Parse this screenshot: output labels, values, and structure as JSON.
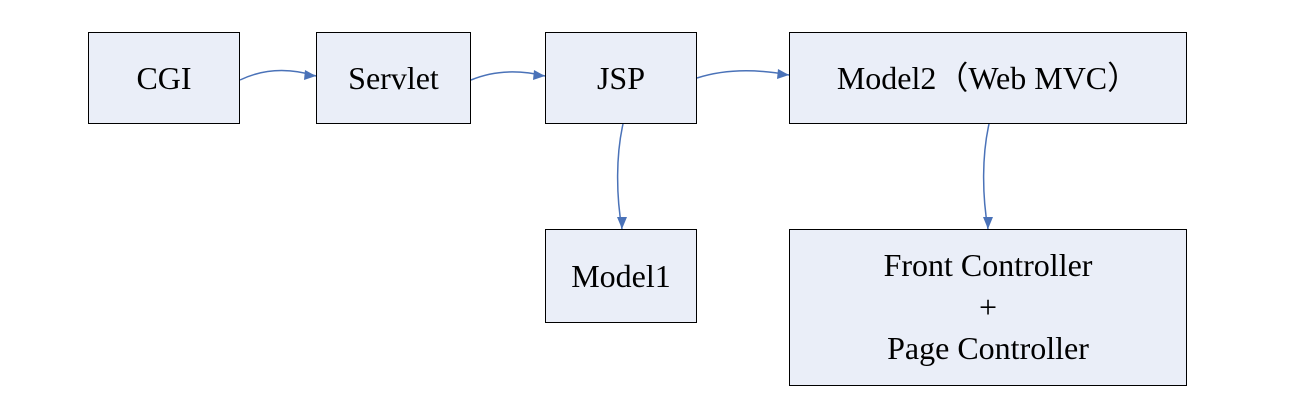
{
  "colors": {
    "node_fill": "#eaeef8",
    "node_border": "#000000",
    "edge": "#4a72b8"
  },
  "nodes": {
    "cgi": {
      "label": "CGI"
    },
    "servlet": {
      "label": "Servlet"
    },
    "jsp": {
      "label": "JSP"
    },
    "model2": {
      "label": "Model2（Web MVC）"
    },
    "model1": {
      "label": "Model1"
    },
    "controllers": {
      "line1": "Front Controller",
      "line2": "+",
      "line3": "Page Controller"
    }
  },
  "edges": [
    {
      "from": "CGI",
      "to": "Servlet"
    },
    {
      "from": "Servlet",
      "to": "JSP"
    },
    {
      "from": "JSP",
      "to": "Model2（Web MVC）"
    },
    {
      "from": "JSP",
      "to": "Model1"
    },
    {
      "from": "Model2（Web MVC）",
      "to": "Front Controller + Page Controller"
    }
  ]
}
